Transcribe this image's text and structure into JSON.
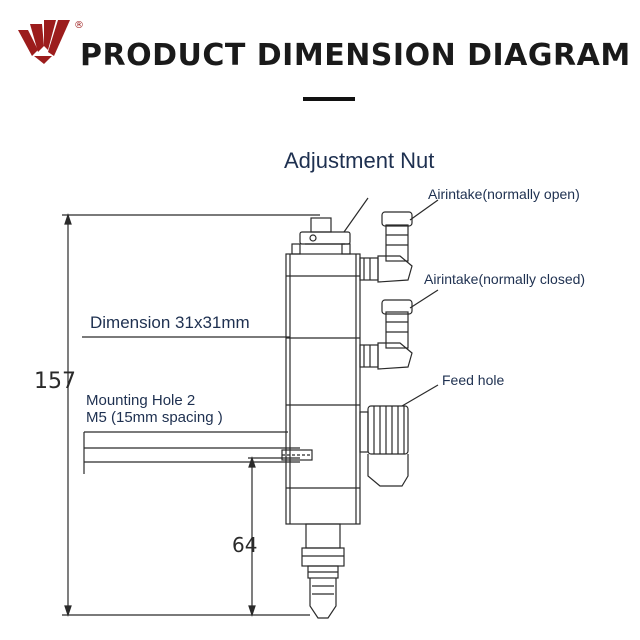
{
  "header": {
    "title": "PRODUCT DIMENSION DIAGRAM",
    "registered_mark": "®"
  },
  "colors": {
    "brand_red": "#9c1c1c",
    "label_text": "#1e3050",
    "line": "#2a2a2a"
  },
  "labels": {
    "adjustment_nut": "Adjustment Nut",
    "airintake_open": "Airintake(normally open)",
    "airintake_closed": "Airintake(normally closed)",
    "feed_hole": "Feed hole",
    "dimension": "Dimension 31x31mm",
    "mounting_hole_line1": "Mounting Hole 2",
    "mounting_hole_line2": "M5 (15mm spacing )"
  },
  "dimensions": {
    "total_height": "157",
    "lower_height": "64"
  }
}
